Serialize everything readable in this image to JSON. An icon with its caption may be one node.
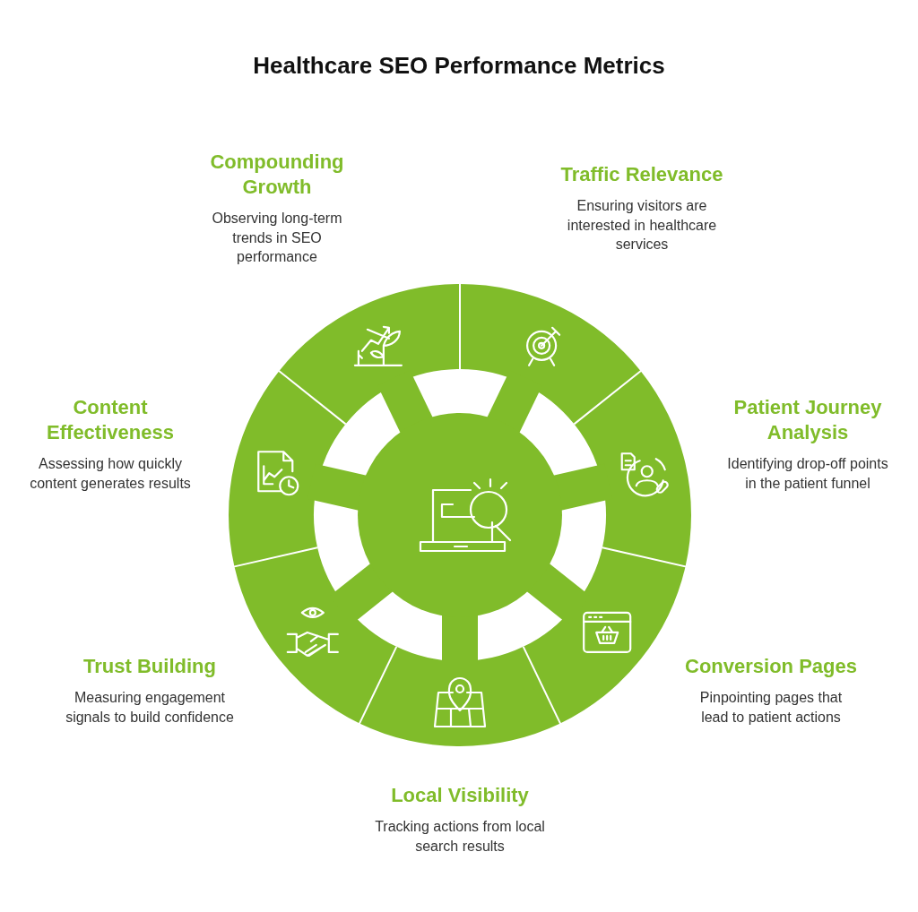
{
  "diagram": {
    "title": "Healthcare SEO Performance Metrics",
    "nodes": [
      {
        "text": [
          "Compounding Growth",
          "Observing long-term trends in SEO performance"
        ]
      },
      {
        "text": [
          "Traffic Relevance",
          "Ensuring visitors are interested in healthcare services"
        ]
      },
      {
        "text": [
          "Content Effectiveness",
          "Assessing how quickly content generates results"
        ]
      },
      {
        "text": [
          "Patient Journey Analysis",
          "Identifying drop-off points in the patient funnel"
        ]
      },
      {
        "text": [
          "Trust Building",
          "Measuring engagement signals to build confidence"
        ]
      },
      {
        "text": [
          "Conversion Pages",
          "Pinpointing pages that lead to patient actions"
        ]
      },
      {
        "text": [
          "Local Visibility",
          "Tracking actions from local search results"
        ]
      }
    ]
  }
}
